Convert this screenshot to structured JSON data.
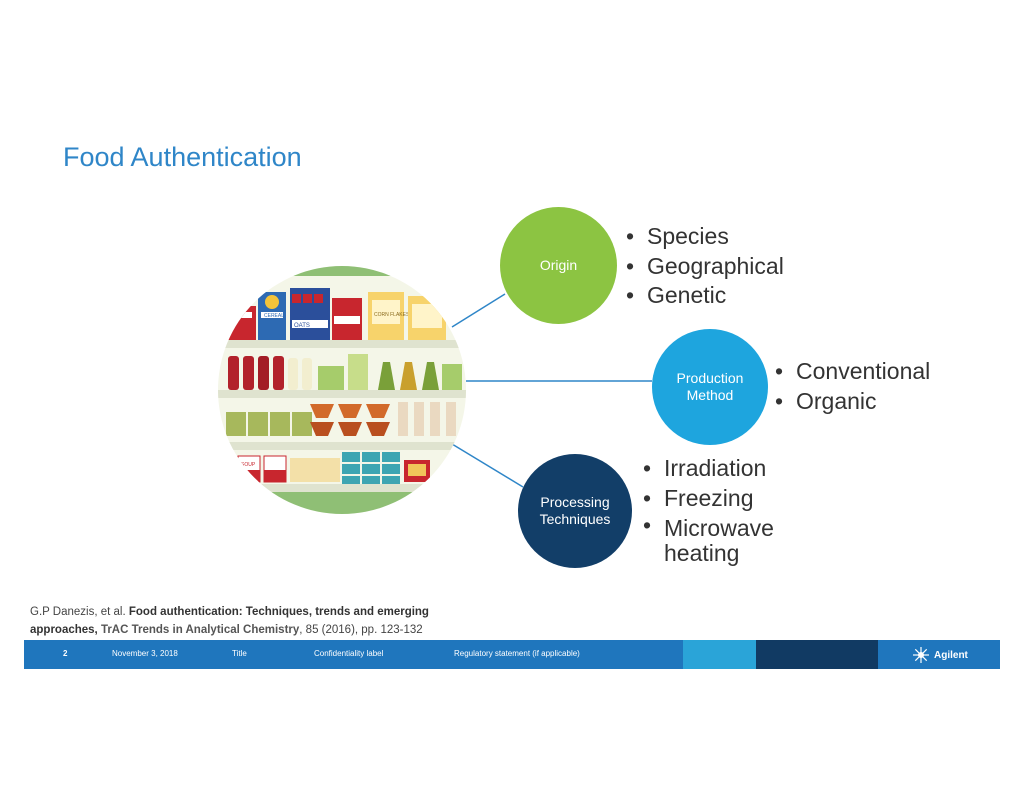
{
  "slide": {
    "title": "Food Authentication"
  },
  "groups": [
    {
      "label": "Origin",
      "bullets": [
        "Species",
        "Geographical",
        "Genetic"
      ],
      "color": "#8cc442"
    },
    {
      "label_line1": "Production",
      "label_line2": "Method",
      "bullets": [
        "Conventional",
        "Organic"
      ],
      "color": "#1ea5de"
    },
    {
      "label_line1": "Processing",
      "label_line2": "Techniques",
      "bullets": [
        "Irradiation",
        "Freezing",
        "Microwave heating"
      ],
      "color": "#123e68"
    }
  ],
  "reference": {
    "authors": "G.P Danezis, et al. ",
    "title": "Food authentication: Techniques, trends and emerging approaches,",
    "journal": " TrAC Trends in Analytical Chemistry",
    "details": ", 85 (2016), pp. 123-132"
  },
  "footer": {
    "page": "2",
    "date": "November 3, 2018",
    "title": "Title",
    "confidentiality": "Confidentiality label",
    "regulatory": "Regulatory statement (if applicable)",
    "logo_text": "Agilent"
  },
  "shelf_labels": {
    "cereal": "CEREAL",
    "oats": "OATS",
    "corn_flakes": "CORN FLAKES",
    "soup": "SOUP"
  },
  "colors": {
    "accent": "#2f86c8",
    "footer": "#1f76bd"
  }
}
